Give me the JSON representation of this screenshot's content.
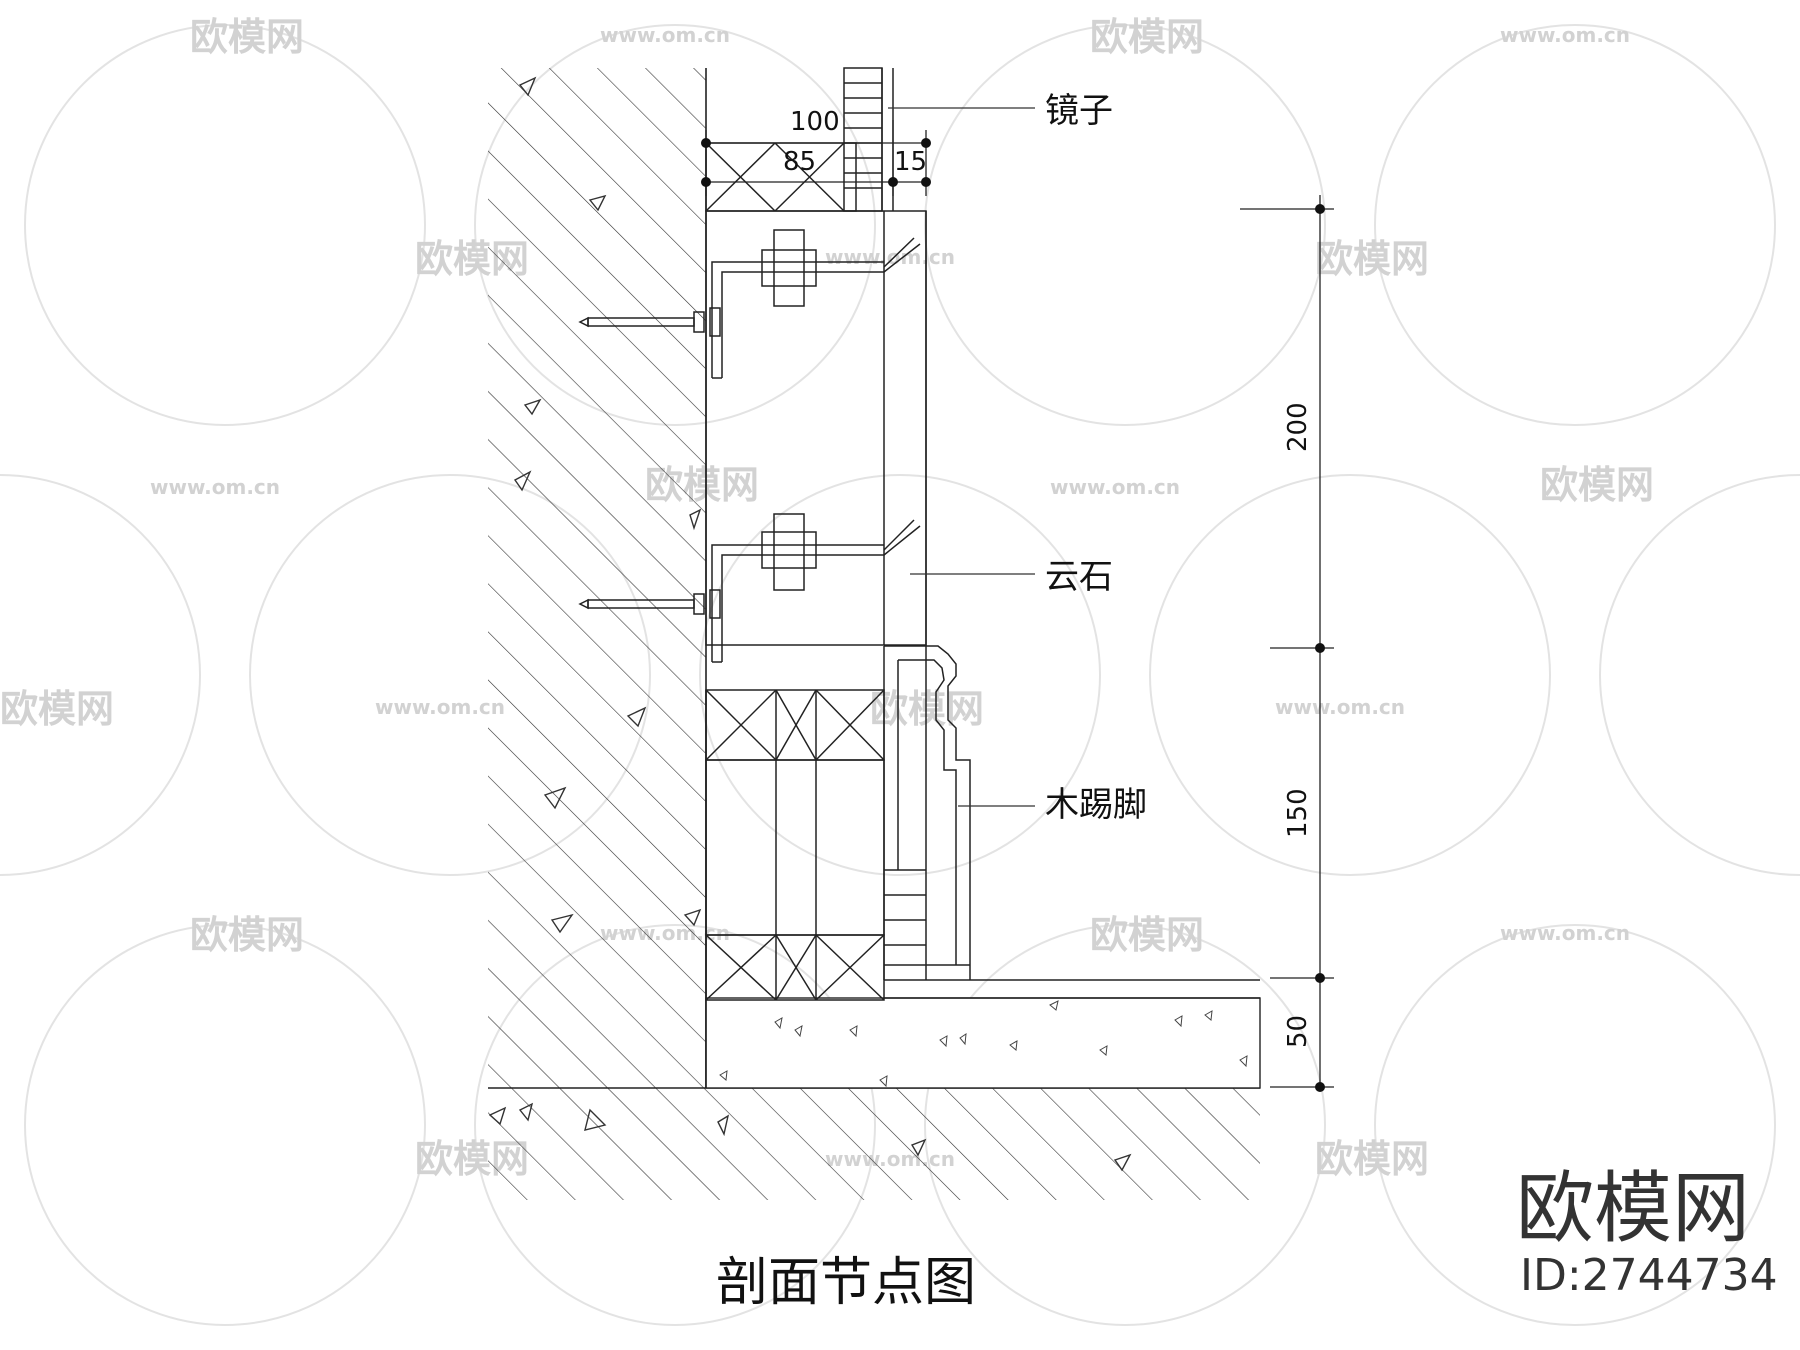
{
  "title": "剖面节点图",
  "labels": {
    "mirror": "镜子",
    "stone": "云石",
    "skirting": "木踢脚"
  },
  "dimensions": {
    "top_total": "100",
    "top_left": "85",
    "top_right": "15",
    "v1": "200",
    "v2": "150",
    "v3": "50"
  },
  "watermark": {
    "brand": "欧模网",
    "url": "www.om.cn",
    "id": "ID:2744734"
  },
  "colors": {
    "line": "#1a1a1a",
    "watermark": "#cfcfcf",
    "brand_mark": "#333333"
  }
}
